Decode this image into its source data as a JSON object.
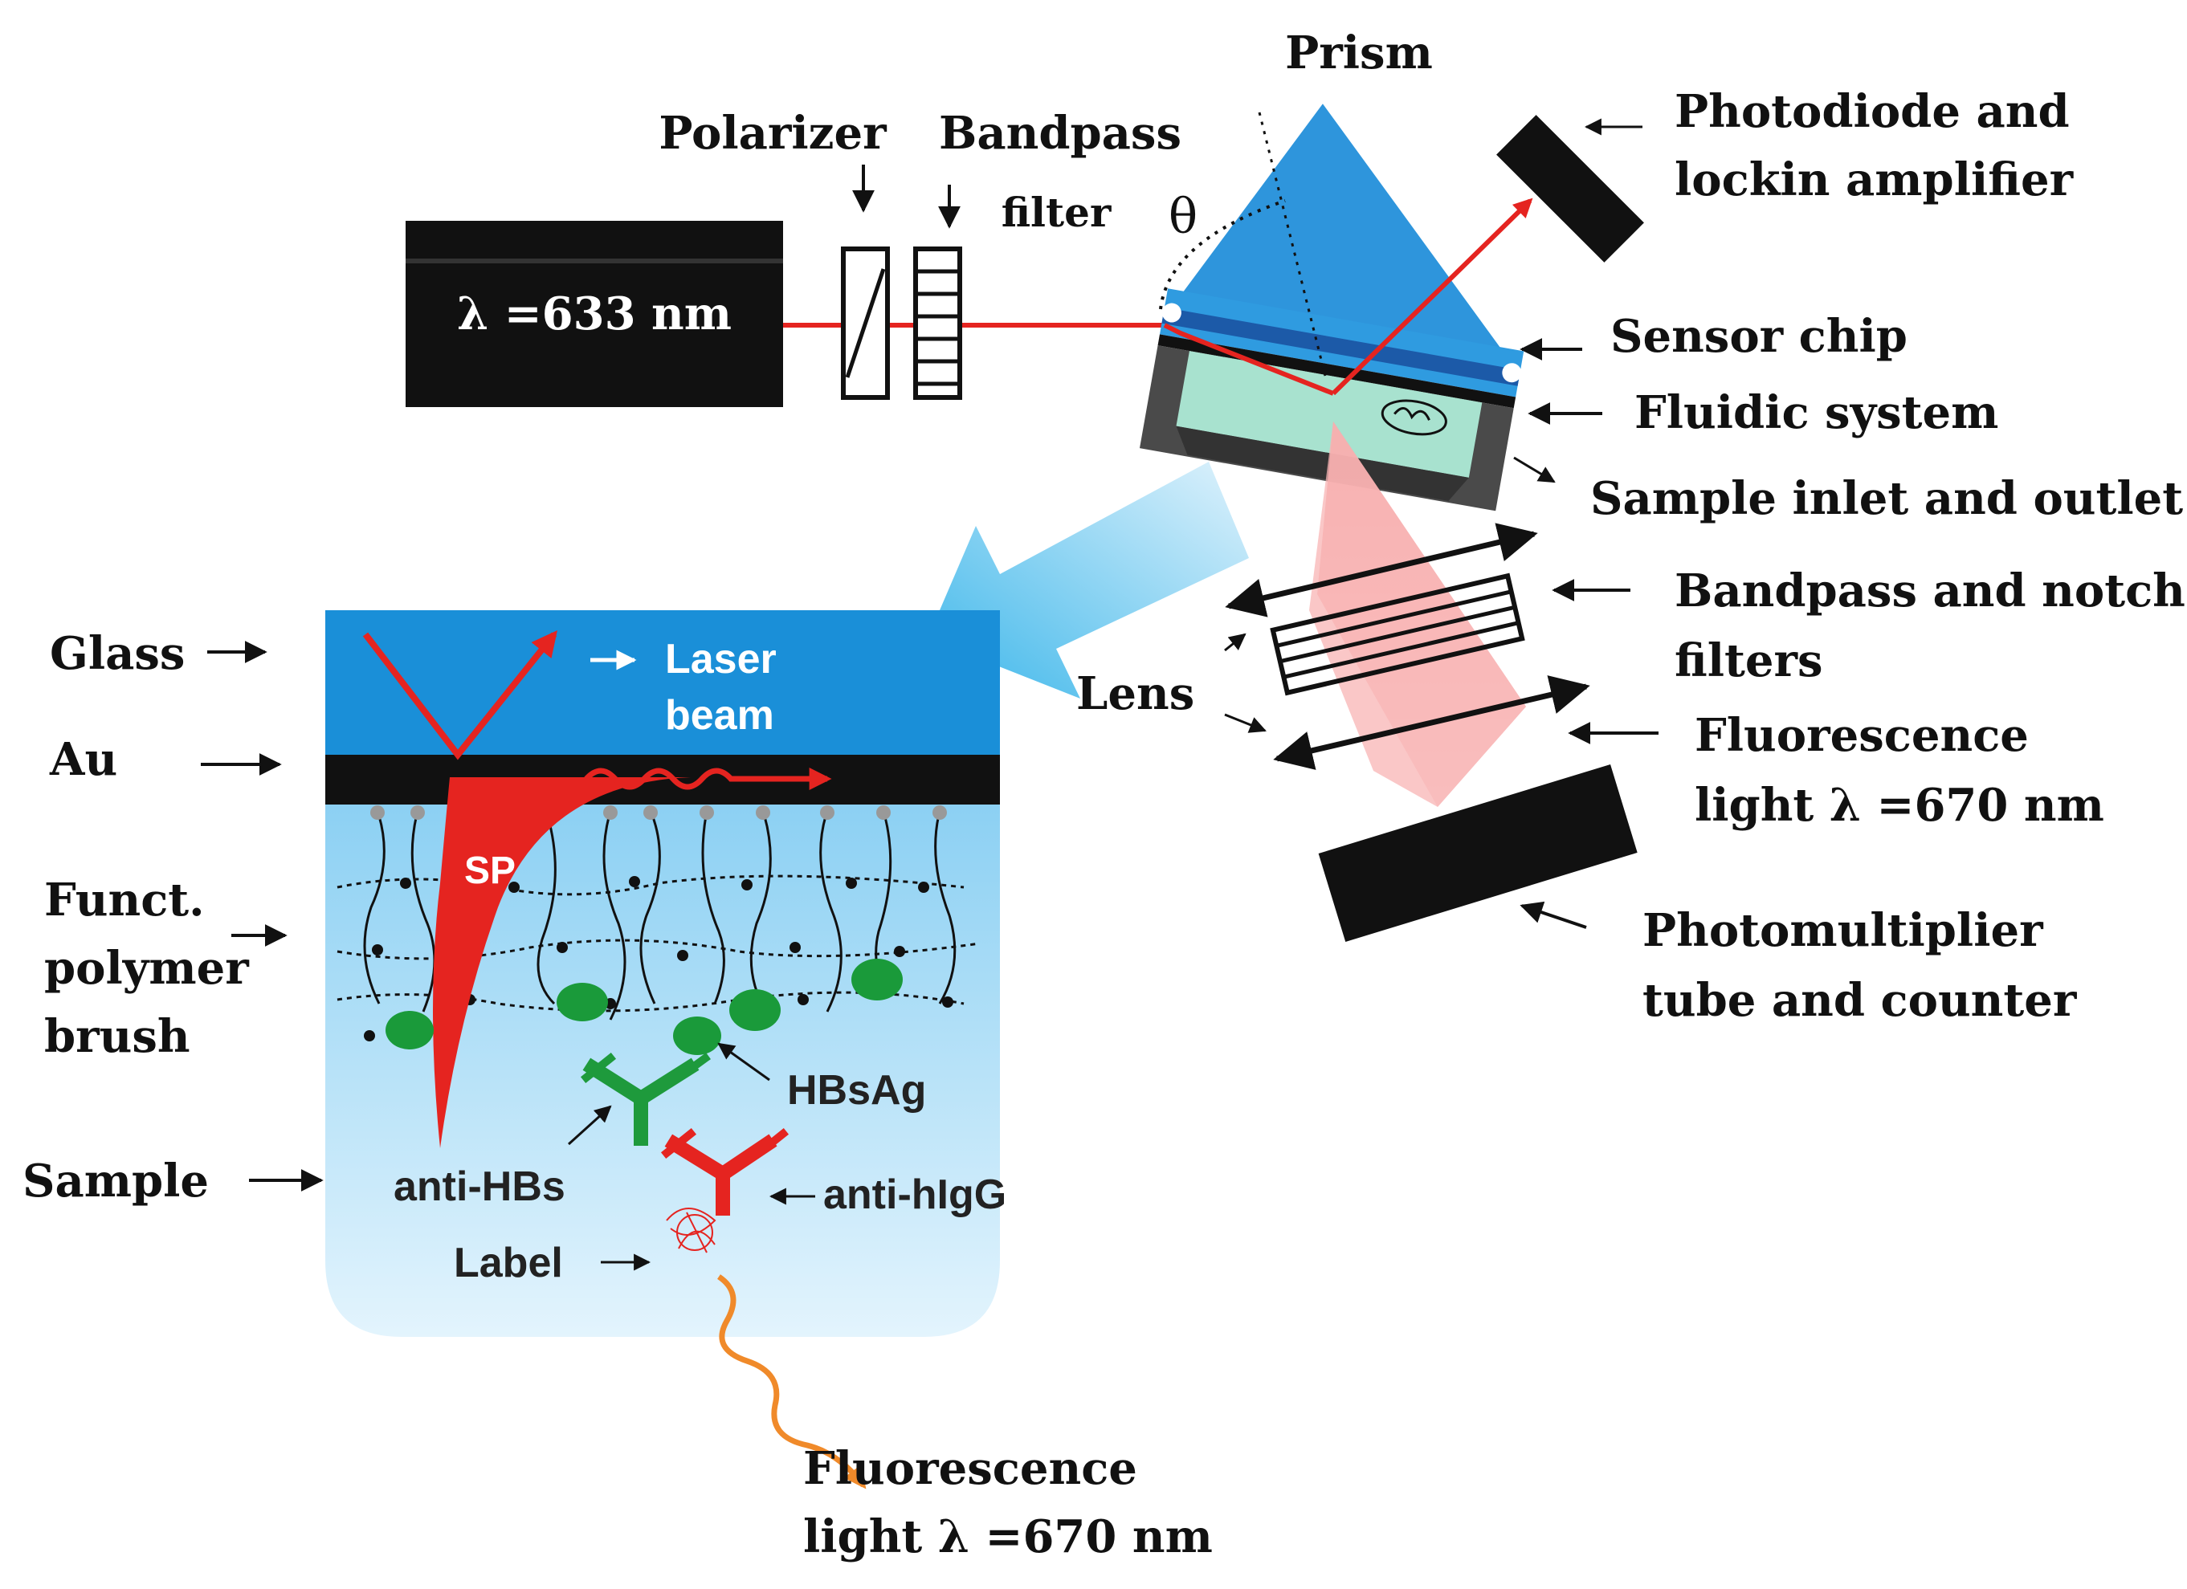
{
  "colors": {
    "laser_red": "#e52420",
    "prism_blue": "#2e95dc",
    "chip_dark_blue": "#1c5aa8",
    "fluid_green": "#a8e2cf",
    "fluorescence_pink": "#f59a9a",
    "antibody_green": "#1e9a3c",
    "antibody_red": "#e52420",
    "hbsag_green": "#1a9a3a",
    "emission_orange": "#f08a2a",
    "zoom_arrow_blue": "#3bb6ea",
    "panel_top_blue": "#1a8fd8",
    "panel_bottom_blue": "#dff2fc",
    "black": "#111111"
  },
  "setup": {
    "laser_label": "λ =633 nm",
    "polarizer": "Polarizer",
    "bandpass_line1": "Bandpass",
    "bandpass_line2": "filter",
    "prism": "Prism",
    "theta": "θ",
    "photodiode_line1": "Photodiode and",
    "photodiode_line2": "lockin amplifier",
    "sensor_chip": "Sensor chip",
    "fluidic_system": "Fluidic system",
    "sample_inlet_outlet": "Sample inlet and outlet",
    "filters_line1": "Bandpass and notch",
    "filters_line2": "filters",
    "lens": "Lens",
    "fluorescence_line1": "Fluorescence",
    "fluorescence_line2": "light λ =670 nm",
    "pmt_line1": "Photomultiplier",
    "pmt_line2": "tube and counter"
  },
  "inset": {
    "glass": "Glass",
    "au": "Au",
    "funct_line1": "Funct.",
    "funct_line2": "polymer",
    "funct_line3": "brush",
    "sample": "Sample",
    "laser_line1": "Laser",
    "laser_line2": "beam",
    "sp": "SP",
    "hbsag": "HBsAg",
    "anti_hbs": "anti-HBs",
    "anti_higg": "anti-hIgG",
    "label": "Label",
    "fluorescence_line1": "Fluorescence",
    "fluorescence_line2": "light λ =670 nm"
  }
}
